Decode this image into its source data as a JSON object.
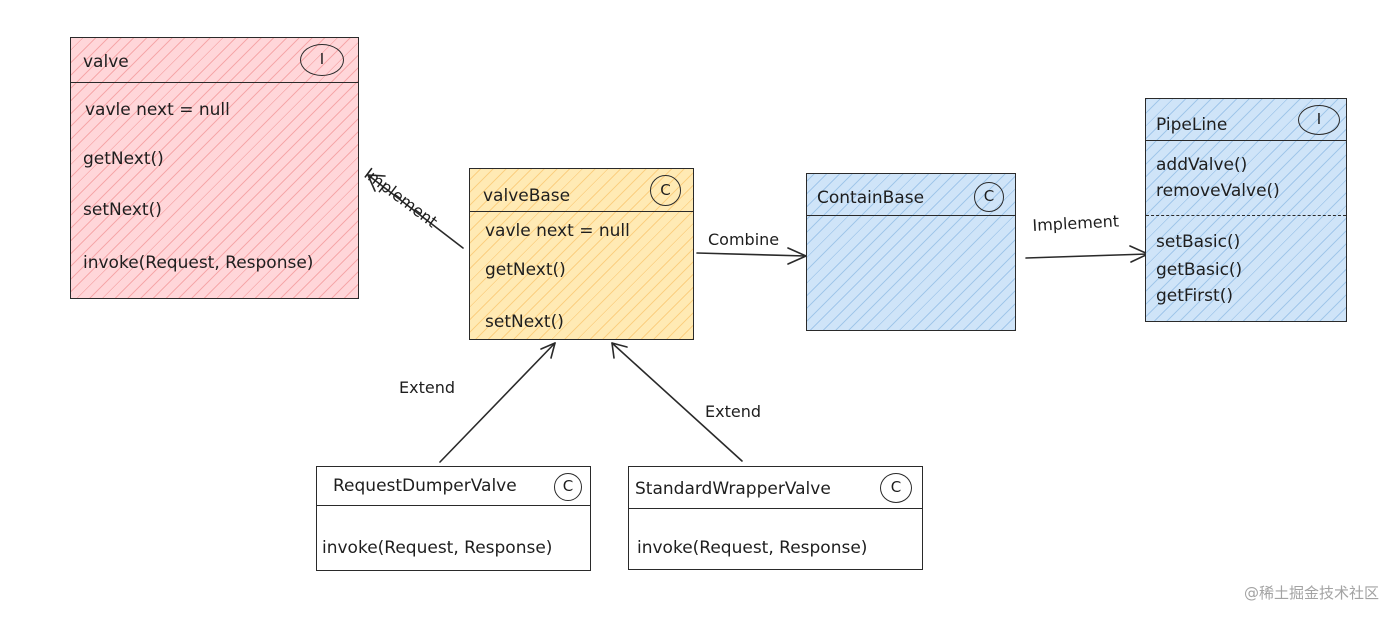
{
  "boxes": {
    "valve": {
      "name": "valve",
      "badge": "I",
      "members": [
        "vavle next = null",
        "getNext()",
        "setNext()",
        "invoke(Request, Response)"
      ]
    },
    "valveBase": {
      "name": "valveBase",
      "badge": "C",
      "members": [
        "vavle next = null",
        "getNext()",
        "setNext()"
      ]
    },
    "containBase": {
      "name": "ContainBase",
      "badge": "C"
    },
    "pipeLine": {
      "name": "PipeLine",
      "badge": "I",
      "members_top": [
        "addValve()",
        "removeValve()"
      ],
      "members_bottom": [
        "setBasic()",
        "getBasic()",
        "getFirst()"
      ]
    },
    "requestDumperValve": {
      "name": "RequestDumperValve",
      "badge": "C",
      "members": [
        "invoke(Request, Response)"
      ]
    },
    "standardWrapperValve": {
      "name": "StandardWrapperValve",
      "badge": "C",
      "members": [
        "invoke(Request, Response)"
      ]
    }
  },
  "relations": {
    "implement_valve": "Implement",
    "combine": "Combine",
    "implement_pipeline": "Implement",
    "extend_left": "Extend",
    "extend_right": "Extend"
  },
  "watermark": "@稀土掘金技术社区",
  "colors": {
    "stroke": "#2a2a2a",
    "red_fill": "#ffd6d9",
    "yellow_fill": "#ffeab4",
    "blue_fill": "#cfe4f8"
  }
}
